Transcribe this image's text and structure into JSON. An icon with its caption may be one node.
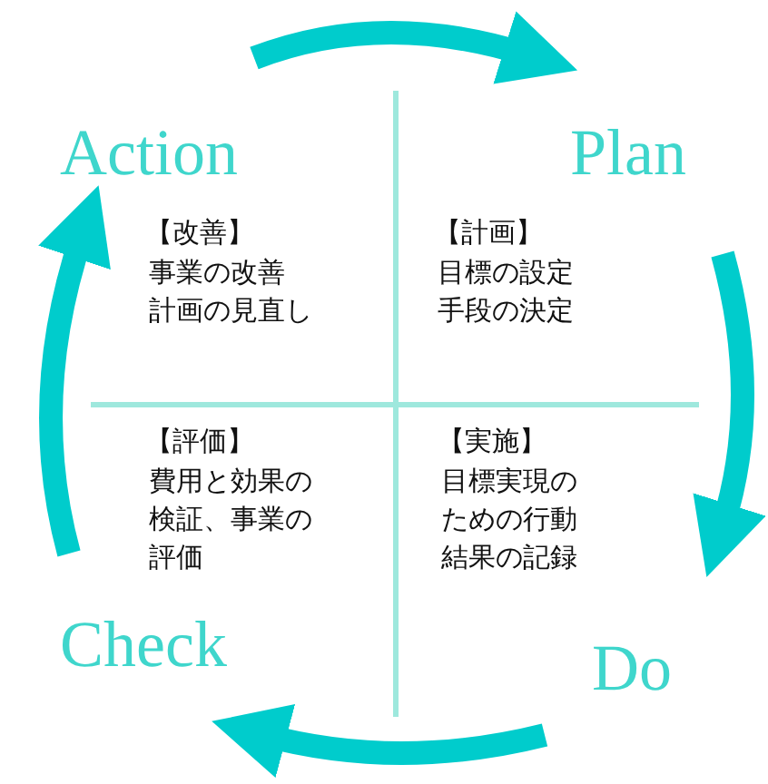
{
  "diagram": {
    "nodes": [
      {
        "text": [
          "Action"
        ]
      },
      {
        "text": [
          "Plan"
        ]
      },
      {
        "text": [
          "Check"
        ]
      },
      {
        "text": [
          "Do"
        ]
      }
    ],
    "edges": [
      {
        "from": 0,
        "to": 1,
        "arrow": "to"
      },
      {
        "from": 1,
        "to": 3,
        "arrow": "to"
      },
      {
        "from": 3,
        "to": 2,
        "arrow": "to"
      },
      {
        "from": 2,
        "to": 0,
        "arrow": "to"
      }
    ],
    "labels": [
      "【改善】",
      "事業の改善計画の見直し",
      "【計画】",
      "目標の設定手段の決定",
      "【評価】",
      "費用と効果の検証、事業の評価",
      "【実施】",
      "目標実現のための行動結果の記録"
    ]
  }
}
